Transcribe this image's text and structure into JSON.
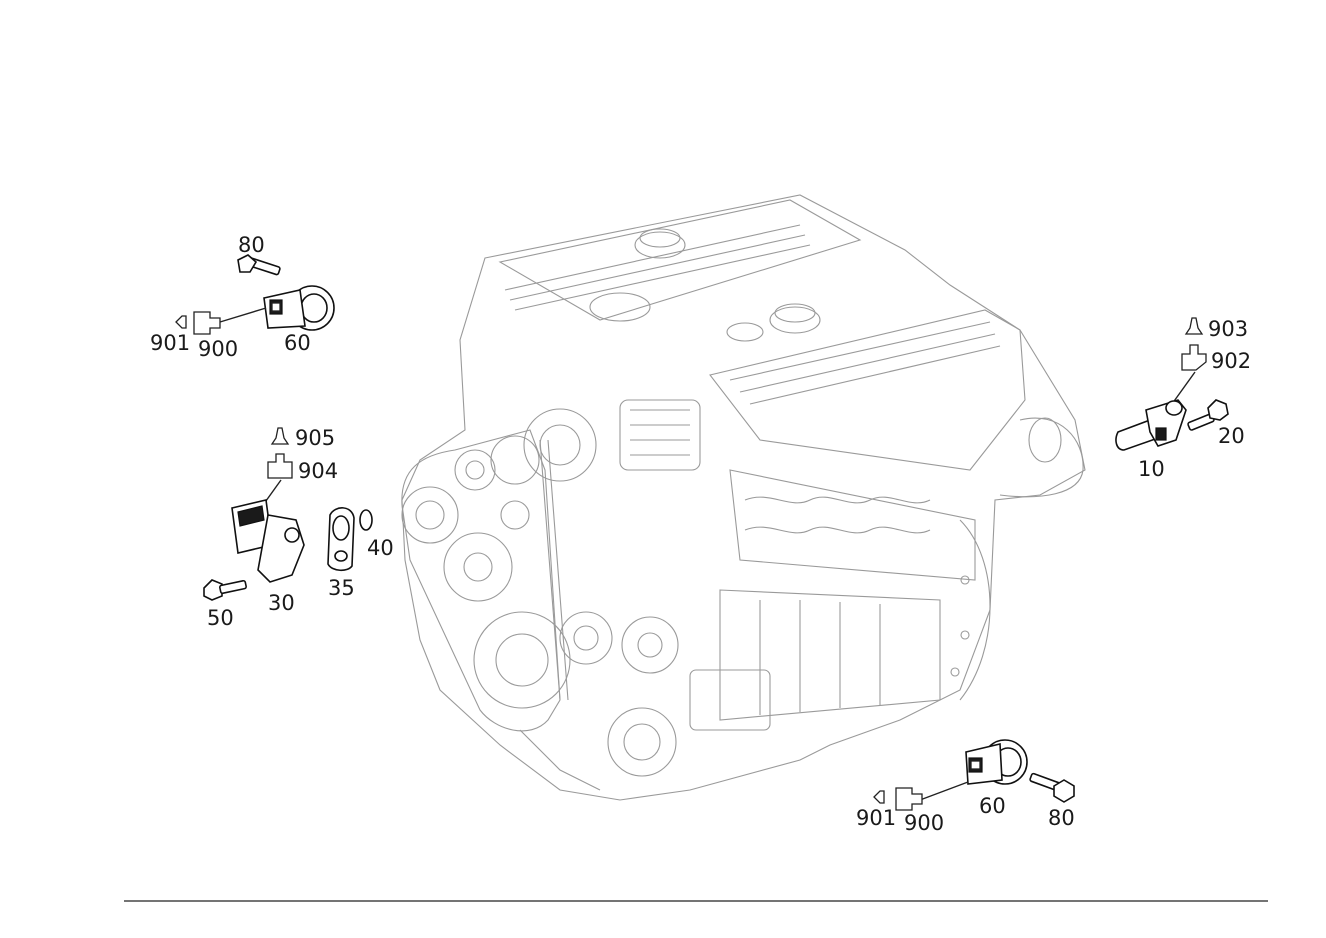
{
  "diagram": {
    "callouts": {
      "sensor_cam_top": "80",
      "symbol_901_top": "901",
      "symbol_900_top": "900",
      "knock_sensor_top": "60",
      "symbol_905": "905",
      "symbol_904": "904",
      "cam_sensor": "30",
      "bolt_50": "50",
      "gasket_35": "35",
      "oring_40": "40",
      "symbol_903": "903",
      "symbol_902": "902",
      "crank_sensor": "10",
      "bolt_20": "20",
      "symbol_901_bottom": "901",
      "symbol_900_bottom": "900",
      "knock_sensor_bottom": "60",
      "bolt_80_bottom": "80"
    }
  }
}
